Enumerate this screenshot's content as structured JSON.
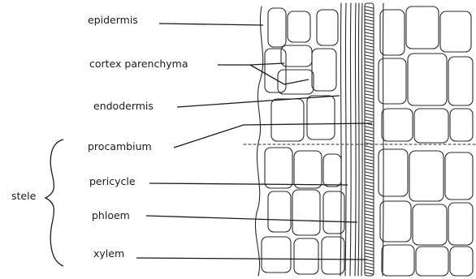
{
  "labels": {
    "epidermis": "epidermis",
    "cortex": "cortex parenchyma",
    "endodermis": "endodermis",
    "procambium": "procambium",
    "pericycle": "pericycle",
    "phloem": "phloem",
    "xylem": "xylem",
    "stele": "stele"
  },
  "colors": {
    "ink": "#1a1a1a",
    "cell_wall": "#2a2a2a",
    "background": "#ffffff"
  }
}
